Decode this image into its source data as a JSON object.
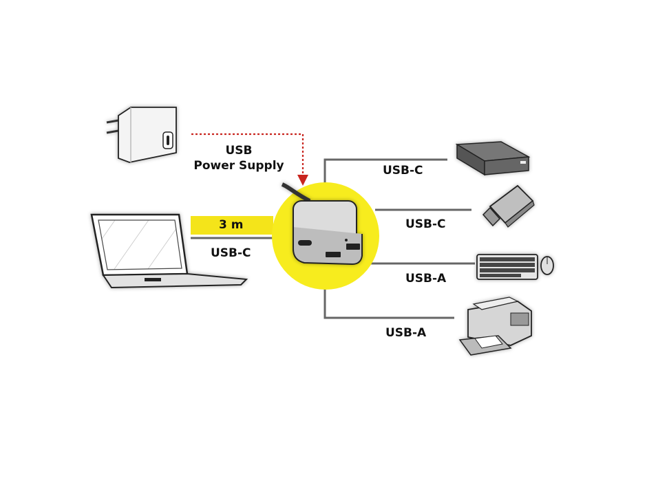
{
  "power_supply": {
    "label_line1": "USB",
    "label_line2": "Power Supply"
  },
  "cable": {
    "length_label": "3 m",
    "laptop_connector": "USB-C"
  },
  "ports": [
    {
      "label": "USB-C",
      "device": "external-ssd"
    },
    {
      "label": "USB-C",
      "device": "usb-stick"
    },
    {
      "label": "USB-A",
      "device": "keyboard-and-mouse"
    },
    {
      "label": "USB-A",
      "device": "printer"
    }
  ],
  "colors": {
    "hub_highlight": "#f7ec1e",
    "cable_bar": "#f4e41a",
    "power_arrow": "#c8251f",
    "line": "#666666"
  }
}
